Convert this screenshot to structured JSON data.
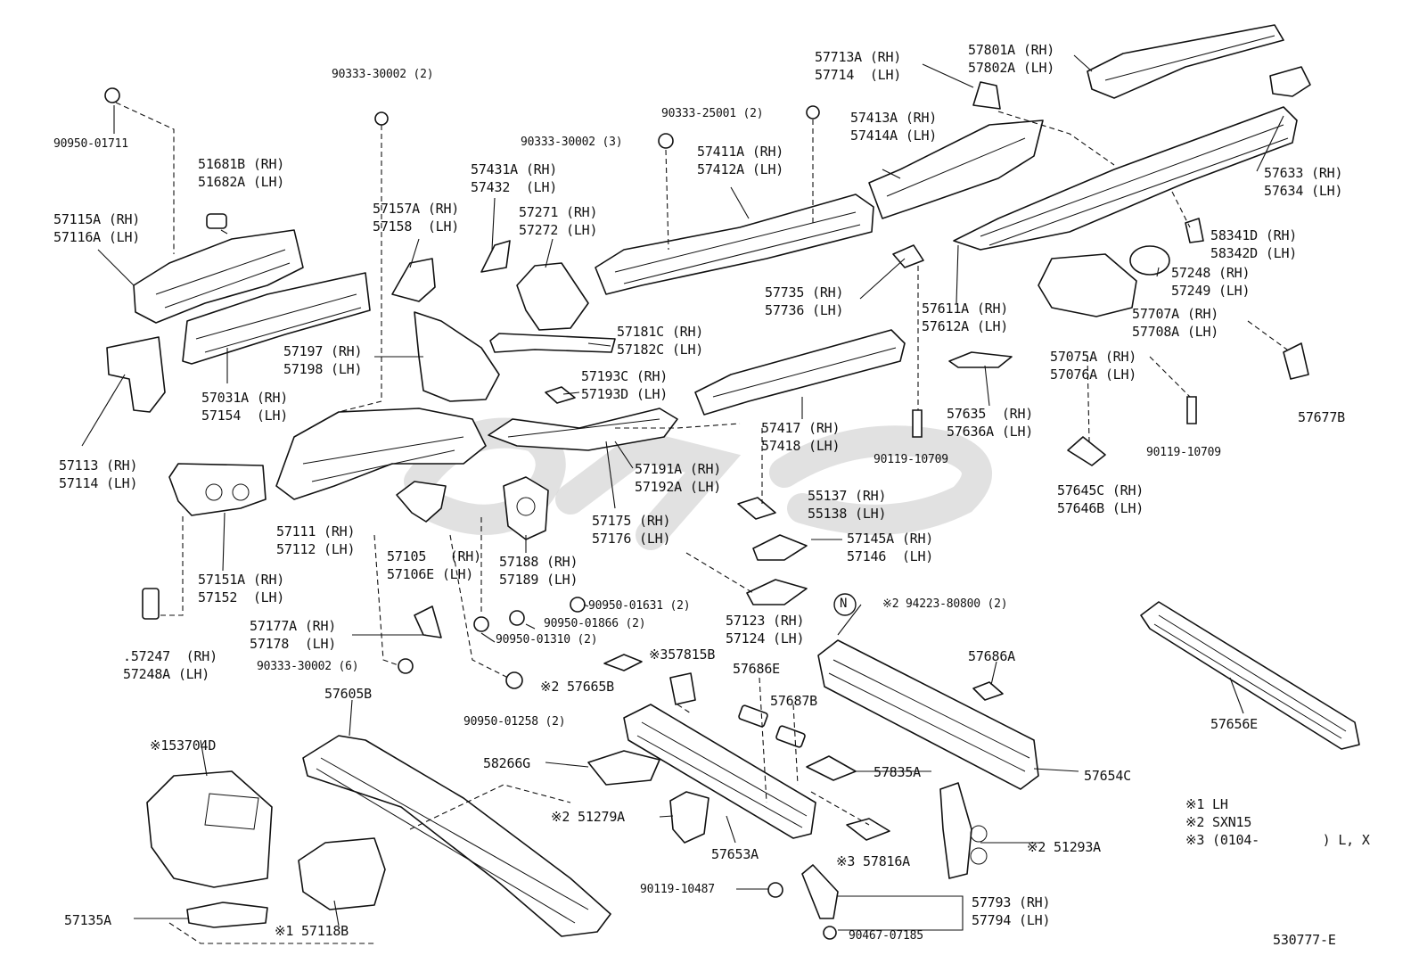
{
  "labels": {
    "l01": "90333-30002 (2)",
    "l02": "90950-01711",
    "l03": "51681B (RH)\n51682A (LH)",
    "l04": "57115A (RH)\n57116A (LH)",
    "l05": "57157A (RH)\n57158  (LH)",
    "l06": "57113 (RH)\n57114 (LH)",
    "l07": "57031A (RH)\n57154  (LH)",
    "l08": "57197 (RH)\n57198 (LH)",
    "l09": "57431A (RH)\n57432  (LH)",
    "l10": "57271 (RH)\n57272 (LH)",
    "l11": "90333-30002 (3)",
    "l12": "90333-25001 (2)",
    "l13": "57411A (RH)\n57412A (LH)",
    "l14": "57713A (RH)\n57714  (LH)",
    "l15": "57413A (RH)\n57414A (LH)",
    "l16": "57801A (RH)\n57802A (LH)",
    "l17": "57633 (RH)\n57634 (LH)",
    "l18": "58341D (RH)\n58342D (LH)",
    "l19": "57248 (RH)\n57249 (LH)",
    "l20": "57707A (RH)\n57708A (LH)",
    "l21": "57735 (RH)\n57736 (LH)",
    "l22": "57611A (RH)\n57612A (LH)",
    "l23": "57181C (RH)\n57182C (LH)",
    "l24": "57193C (RH)\n57193D (LH)",
    "l25": "57075A (RH)\n57076A (LH)",
    "l26": "57677B",
    "l27": "57417 (RH)\n57418 (LH)",
    "l28": "57635  (RH)\n57636A (LH)",
    "l29": "90119-10709",
    "l30": "90119-10709",
    "l31": "57191A (RH)\n57192A (LH)",
    "l32": "55137 (RH)\n55138 (LH)",
    "l33": "57645C (RH)\n57646B (LH)",
    "l34": "57111 (RH)\n57112 (LH)",
    "l35": "57105   (RH)\n57106E (LH)",
    "l36": "57188 (RH)\n57189 (LH)",
    "l37": "57175 (RH)\n57176 (LH)",
    "l38": "57145A (RH)\n57146  (LH)",
    "l39": "57151A (RH)\n57152  (LH)",
    "l40": "90950-01631 (2)",
    "l41": "57123 (RH)\n57124 (LH)",
    "l42": "※2 94223-80800 (2)",
    "l43": ".57247  (RH)\n57248A (LH)",
    "l44": "57177A (RH)\n57178  (LH)",
    "l45": "90950-01866 (2)",
    "l46": "90950-01310 (2)",
    "l47": "90333-30002 (6)",
    "l48": "※357815B",
    "l49": "※2 57665B",
    "l50": "57686E",
    "l51": "57687B",
    "l52": "57686A",
    "l53": "57605B",
    "l54": "90950-01258 (2)",
    "l55": "57656E",
    "l56": "※153704D",
    "l57": "58266G",
    "l58": "57835A",
    "l59": "57654C",
    "l60": "※2 51279A",
    "l61": "57653A",
    "l62": "※3 57816A",
    "l63": "※2 51293A",
    "l64": "90119-10487",
    "l65": "57793 (RH)\n57794 (LH)",
    "l66": "57135A",
    "l67": "※1 57118B",
    "l68": "90467-07185",
    "l69": "530777-E"
  },
  "circle_marker": "N",
  "legend": [
    "※1 LH",
    "※2 SXN15",
    "※3 (0104-        ) L, X"
  ],
  "watermark": "ePC"
}
